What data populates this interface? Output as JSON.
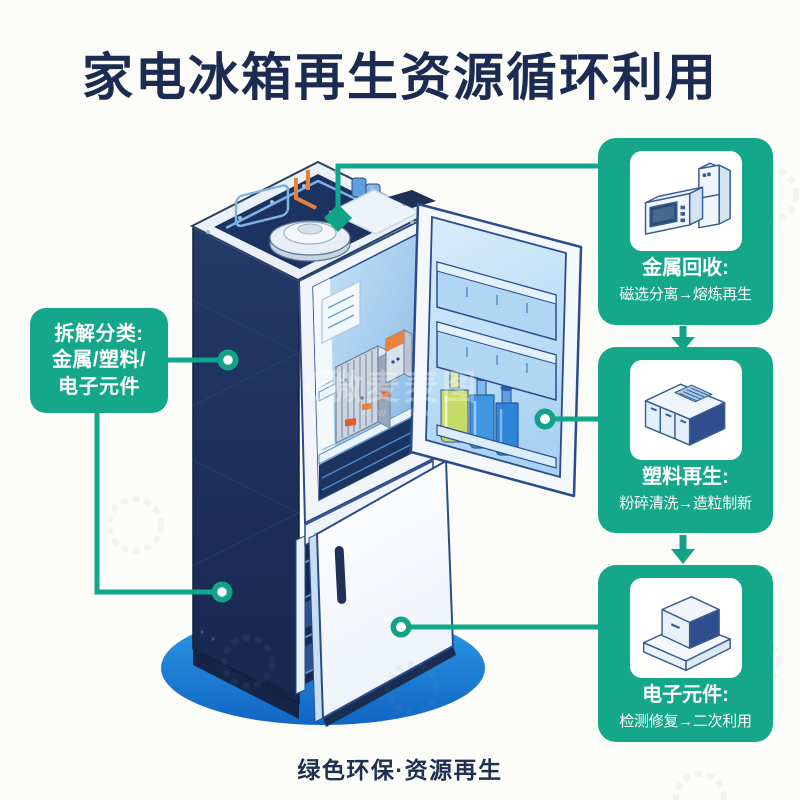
{
  "title": "家电冰箱再生资源循环利用",
  "footer": "绿色环保·资源再生",
  "left_label": {
    "lines": [
      "拆解分类:",
      "金属/塑料/",
      "电子元件"
    ]
  },
  "steps": [
    {
      "title": "金属回收:",
      "detail": "磁选分离→熔炼再生",
      "icon": "microwave-and-fridge"
    },
    {
      "title": "塑料再生:",
      "detail": "粉碎清洗→造粒制新",
      "icon": "recycling-cabinet"
    },
    {
      "title": "电子元件:",
      "detail": "检测修复→二次利用",
      "icon": "component-box-on-pallet"
    }
  ],
  "watermark": {
    "text": "微麦麦图",
    "url": "w w . d a"
  },
  "colors": {
    "accent_green": "#14A78A",
    "connector_green": "#0FA88C",
    "title_navy": "#1B2B52",
    "cabinet_navy": "#1D3054",
    "platform_blue": "#1E82DC",
    "door_blue": "#C9E5F8"
  }
}
